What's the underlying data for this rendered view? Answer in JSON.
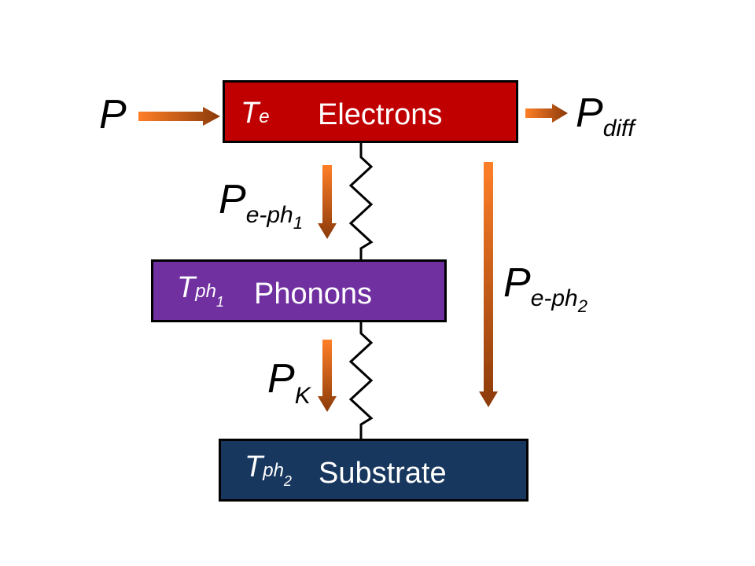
{
  "inputs": {
    "power_in": {
      "symbol": "P"
    },
    "power_diff": {
      "symbol": "P",
      "sub": "diff"
    },
    "p_eph1": {
      "symbol": "P",
      "sub": "e-ph",
      "subsub": "1"
    },
    "p_eph2": {
      "symbol": "P",
      "sub": "e-ph",
      "subsub": "2"
    },
    "p_k": {
      "symbol": "P",
      "sub": "K"
    }
  },
  "boxes": {
    "electrons": {
      "temp_symbol": "T",
      "temp_sub": "e",
      "label": "Electrons",
      "color": "#c00000"
    },
    "phonons": {
      "temp_symbol": "T",
      "temp_sub": "ph",
      "temp_subsub": "1",
      "label": "Phonons",
      "color": "#7030a0"
    },
    "substrate": {
      "temp_symbol": "T",
      "temp_sub": "ph",
      "temp_subsub": "2",
      "label": "Substrate",
      "color": "#17375e"
    }
  },
  "colors": {
    "arrow_top": "#ff7f27",
    "arrow_bottom": "#8b3a0a"
  }
}
